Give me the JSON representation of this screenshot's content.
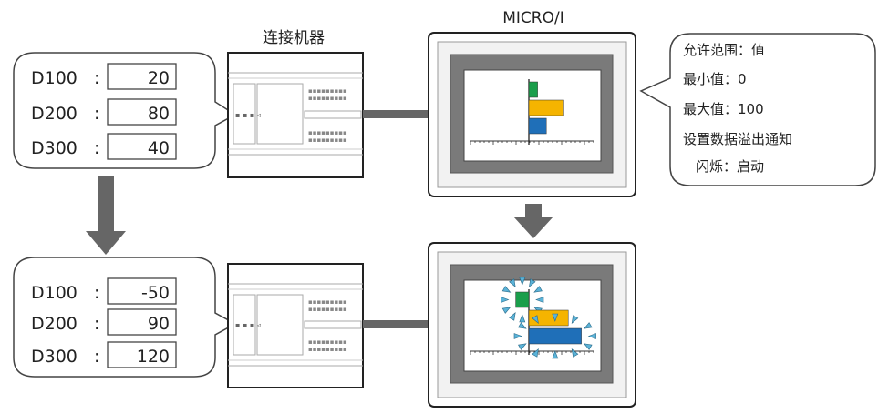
{
  "labels": {
    "device": "连接机器",
    "hmi": "MICRO/I"
  },
  "settings_note": {
    "line1": "允许范围：值",
    "line2": "最小值：0",
    "line3": "最大值：100",
    "line4": "设置数据溢出通知",
    "line5": "闪烁：启动"
  },
  "before": {
    "registers": [
      {
        "name": "D100",
        "value": "20"
      },
      {
        "name": "D200",
        "value": "80"
      },
      {
        "name": "D300",
        "value": "40"
      }
    ]
  },
  "after": {
    "registers": [
      {
        "name": "D100",
        "value": "-50"
      },
      {
        "name": "D200",
        "value": "90"
      },
      {
        "name": "D300",
        "value": "120"
      }
    ]
  },
  "colors": {
    "green": "#1a9e4b",
    "yellow": "#f5b400",
    "blue": "#1f6fb8",
    "flash": "#5bb3d8",
    "frame": "#777777",
    "connector": "#666666"
  },
  "chart_data": {
    "type": "bar",
    "orientation": "horizontal",
    "before": {
      "values": [
        20,
        80,
        40
      ]
    },
    "after": {
      "values": [
        -50,
        90,
        120
      ]
    },
    "range": [
      0,
      100
    ]
  }
}
